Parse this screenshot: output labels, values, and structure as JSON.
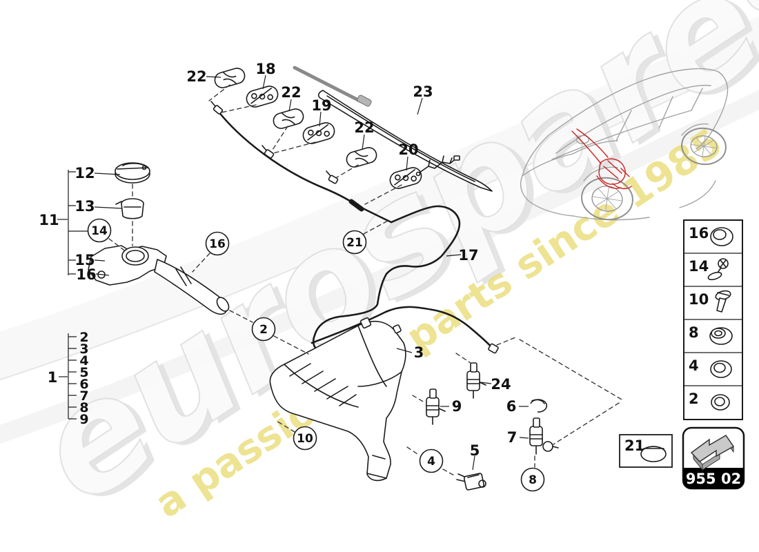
{
  "watermark": {
    "brand": "eurospares",
    "tagline": "a passion for parts since 1985",
    "brand_fill": "#fafafa",
    "brand_outline": "#dedede",
    "tagline_color": "#e9dd78"
  },
  "callouts": {
    "plain": {
      "n22a": "22",
      "n18": "18",
      "n22b": "22",
      "n19": "19",
      "n22c": "22",
      "n20": "20",
      "n23": "23",
      "n12": "12",
      "n13": "13",
      "n11": "11",
      "n15": "15",
      "n16": "16",
      "n1": "1",
      "n3": "3",
      "n17": "17",
      "n24": "24",
      "n9": "9",
      "n6": "6",
      "n7": "7",
      "n5": "5"
    },
    "circled": {
      "c14": "14",
      "c16": "16",
      "c2": "2",
      "c21": "21",
      "c10": "10",
      "c4": "4",
      "c8": "8"
    },
    "column_items": [
      "2",
      "3",
      "4",
      "5",
      "6",
      "7",
      "8",
      "9"
    ]
  },
  "sidebar": {
    "items": [
      {
        "number": "16",
        "icon": "grommet-ring-icon"
      },
      {
        "number": "14",
        "icon": "push-rivet-icon"
      },
      {
        "number": "10",
        "icon": "flange-bolt-icon"
      },
      {
        "number": "8",
        "icon": "flanged-grommet-icon"
      },
      {
        "number": "4",
        "icon": "seal-ring-icon"
      },
      {
        "number": "2",
        "icon": "seal-ring-icon"
      }
    ]
  },
  "inset_box": {
    "number": "21",
    "icon": "reservoir-cap-icon"
  },
  "part_code_badge": {
    "code": "955 02",
    "icon": "direction-arrow-icon"
  },
  "colors": {
    "line": "#1a1a1a",
    "car_sketch": "#a2a2a2",
    "highlight_red": "#cc2020",
    "badge_bar": "#000000"
  }
}
